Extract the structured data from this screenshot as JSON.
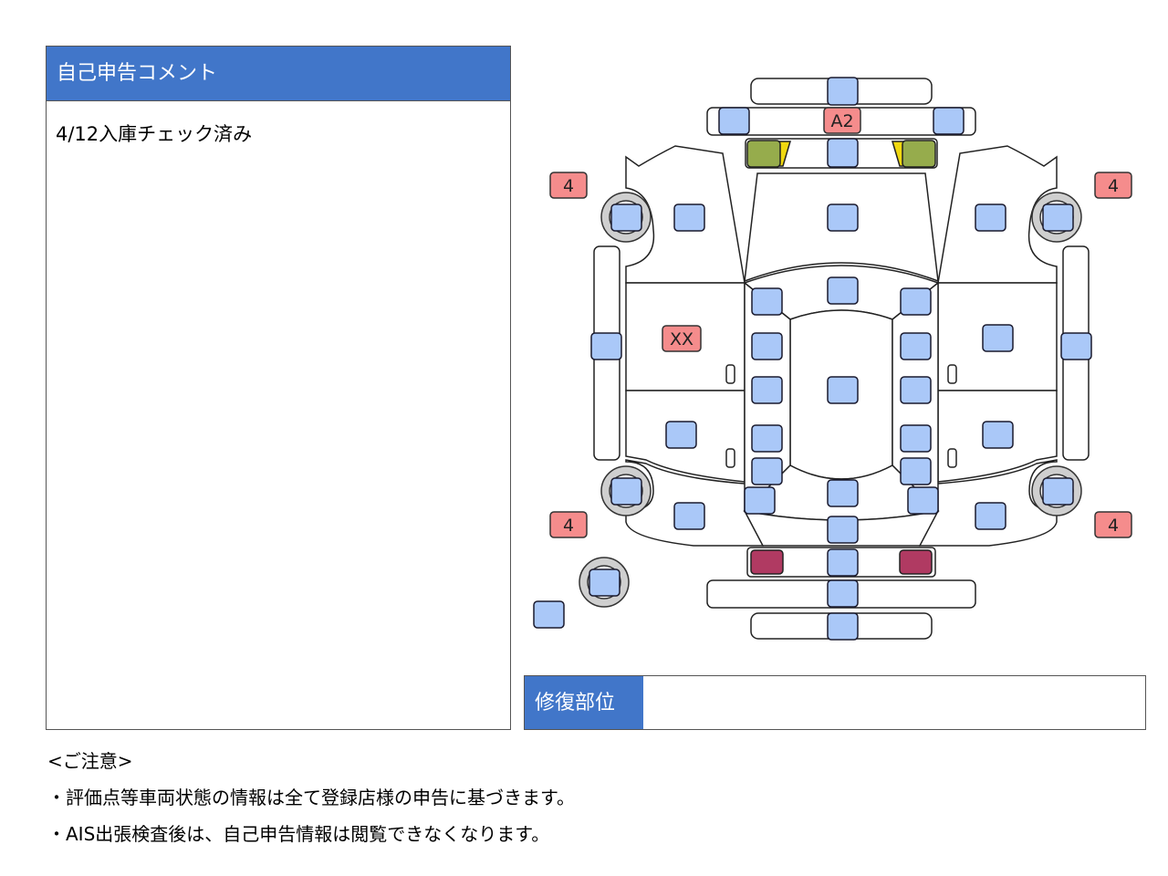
{
  "comment": {
    "header": "自己申告コメント",
    "text": "4/12入庫チェック済み"
  },
  "diagram": {
    "badges": {
      "a2": "A2",
      "xx": "XX",
      "front_left": "4",
      "front_right": "4",
      "rear_left": "4",
      "rear_right": "4"
    },
    "colors": {
      "marker": "#aac8f8",
      "badge": "#f58c8c",
      "green": "#96ac4c",
      "yellow": "#f0d810",
      "crimson": "#b03a62",
      "tire": "#cfcfcf"
    }
  },
  "repair": {
    "label": "修復部位",
    "value": ""
  },
  "notes": {
    "title": "<ご注意>",
    "line1": "・評価点等車両状態の情報は全て登録店様の申告に基づきます。",
    "line2": "・AIS出張検査後は、自己申告情報は閲覧できなくなります。"
  }
}
